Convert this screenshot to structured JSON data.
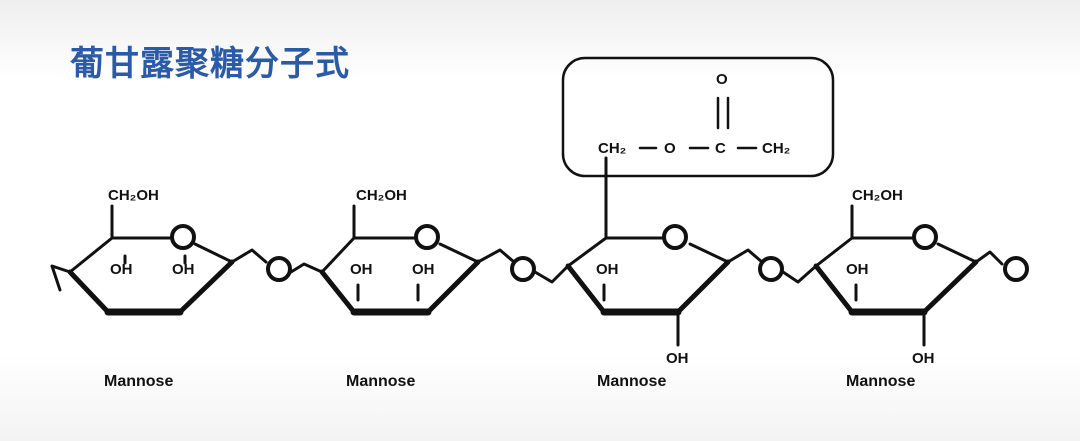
{
  "title": "葡甘露聚糖分子式",
  "units": [
    {
      "name": "Mannose",
      "top_group": "CH₂OH",
      "oh_a": "OH",
      "oh_b": "OH",
      "oh_bottom": ""
    },
    {
      "name": "Mannose",
      "top_group": "CH₂OH",
      "oh_a": "OH",
      "oh_b": "OH",
      "oh_bottom": ""
    },
    {
      "name": "Mannose",
      "top_group": "",
      "oh_a": "OH",
      "oh_b": "",
      "oh_bottom": "OH"
    },
    {
      "name": "Mannose",
      "top_group": "CH₂OH",
      "oh_a": "OH",
      "oh_b": "",
      "oh_bottom": "OH"
    }
  ],
  "acetyl_box": {
    "ch2_left": "CH₂",
    "oxygen": "O",
    "carbon": "C",
    "ch2_right": "CH₂",
    "carbonyl_o": "O"
  },
  "colors": {
    "title": "#2b5aa8",
    "line": "#111111"
  }
}
